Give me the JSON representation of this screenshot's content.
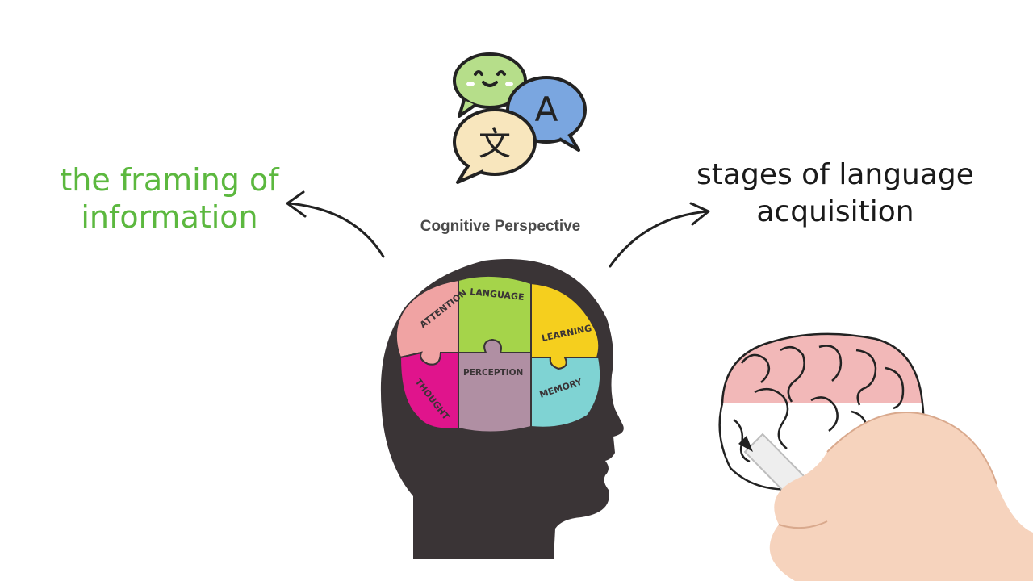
{
  "captions": {
    "left": [
      "the framing of",
      "information"
    ],
    "right": [
      "stages of language",
      "acquisition"
    ],
    "center_title": "Cognitive Perspective"
  },
  "translate_icon": {
    "glyph_a": "A",
    "glyph_wen": "文"
  },
  "brain_pieces": {
    "attention": "ATTENTION",
    "language": "LANGUAGE",
    "learning": "LEARNING",
    "thought": "THOUGHT",
    "perception": "PERCEPTION",
    "memory": "MEMORY"
  },
  "colors": {
    "green_caption": "#5cb83f",
    "head": "#3a3436",
    "attention": "#f0a3a3",
    "language": "#a5d44a",
    "learning": "#f5cf1e",
    "thought": "#e0148c",
    "perception": "#b08fa3",
    "memory": "#7fd3d3",
    "sketch_brain": "#f2b8b8"
  }
}
